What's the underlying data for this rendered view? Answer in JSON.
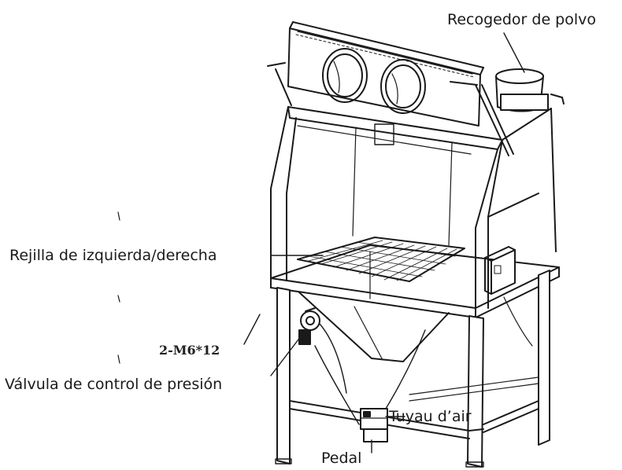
{
  "labels": {
    "dust_collector": "Recogedor de polvo",
    "grid": "Rejilla de izquierda/derecha",
    "bolts": "2-M6*12",
    "valve": "Válvula de control de presión",
    "air_hose": "Tuyau d’air",
    "pedal": "Pedal"
  },
  "colors": {
    "ink": "#1a1a1a",
    "background": "#ffffff"
  }
}
